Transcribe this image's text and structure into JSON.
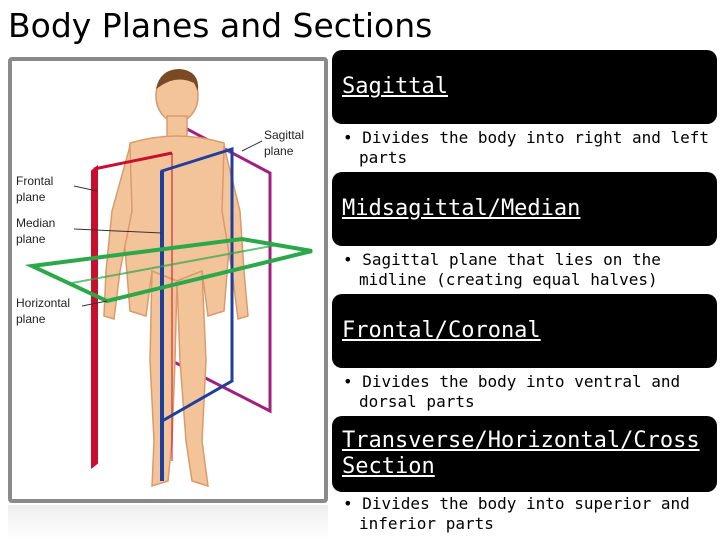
{
  "slide": {
    "title": "Body Planes and Sections"
  },
  "figure": {
    "labels": {
      "sagittal": "Sagittal\nplane",
      "frontal": "Frontal\nplane",
      "median": "Median\nplane",
      "horizontal": "Horizontal\nplane"
    },
    "colors": {
      "frontal": "#c8102e",
      "sagittal": "#1f3f9c",
      "magenta": "#a0207f",
      "horizontal": "#2aa84a",
      "skin": "#f3c49a",
      "skin_shade": "#d99b6c",
      "hair": "#7a4a25"
    }
  },
  "sections": [
    {
      "heading": "Sagittal",
      "bullet": "• Divides the body into right and left parts"
    },
    {
      "heading": "Midsagittal/Median",
      "bullet": "• Sagittal plane that lies on the midline (creating equal halves)"
    },
    {
      "heading": "Frontal/Coronal",
      "bullet": "• Divides the body into ventral and dorsal parts"
    },
    {
      "heading": "Transverse/Horizontal/Cross Section",
      "bullet": "• Divides the body into superior and inferior parts"
    }
  ]
}
